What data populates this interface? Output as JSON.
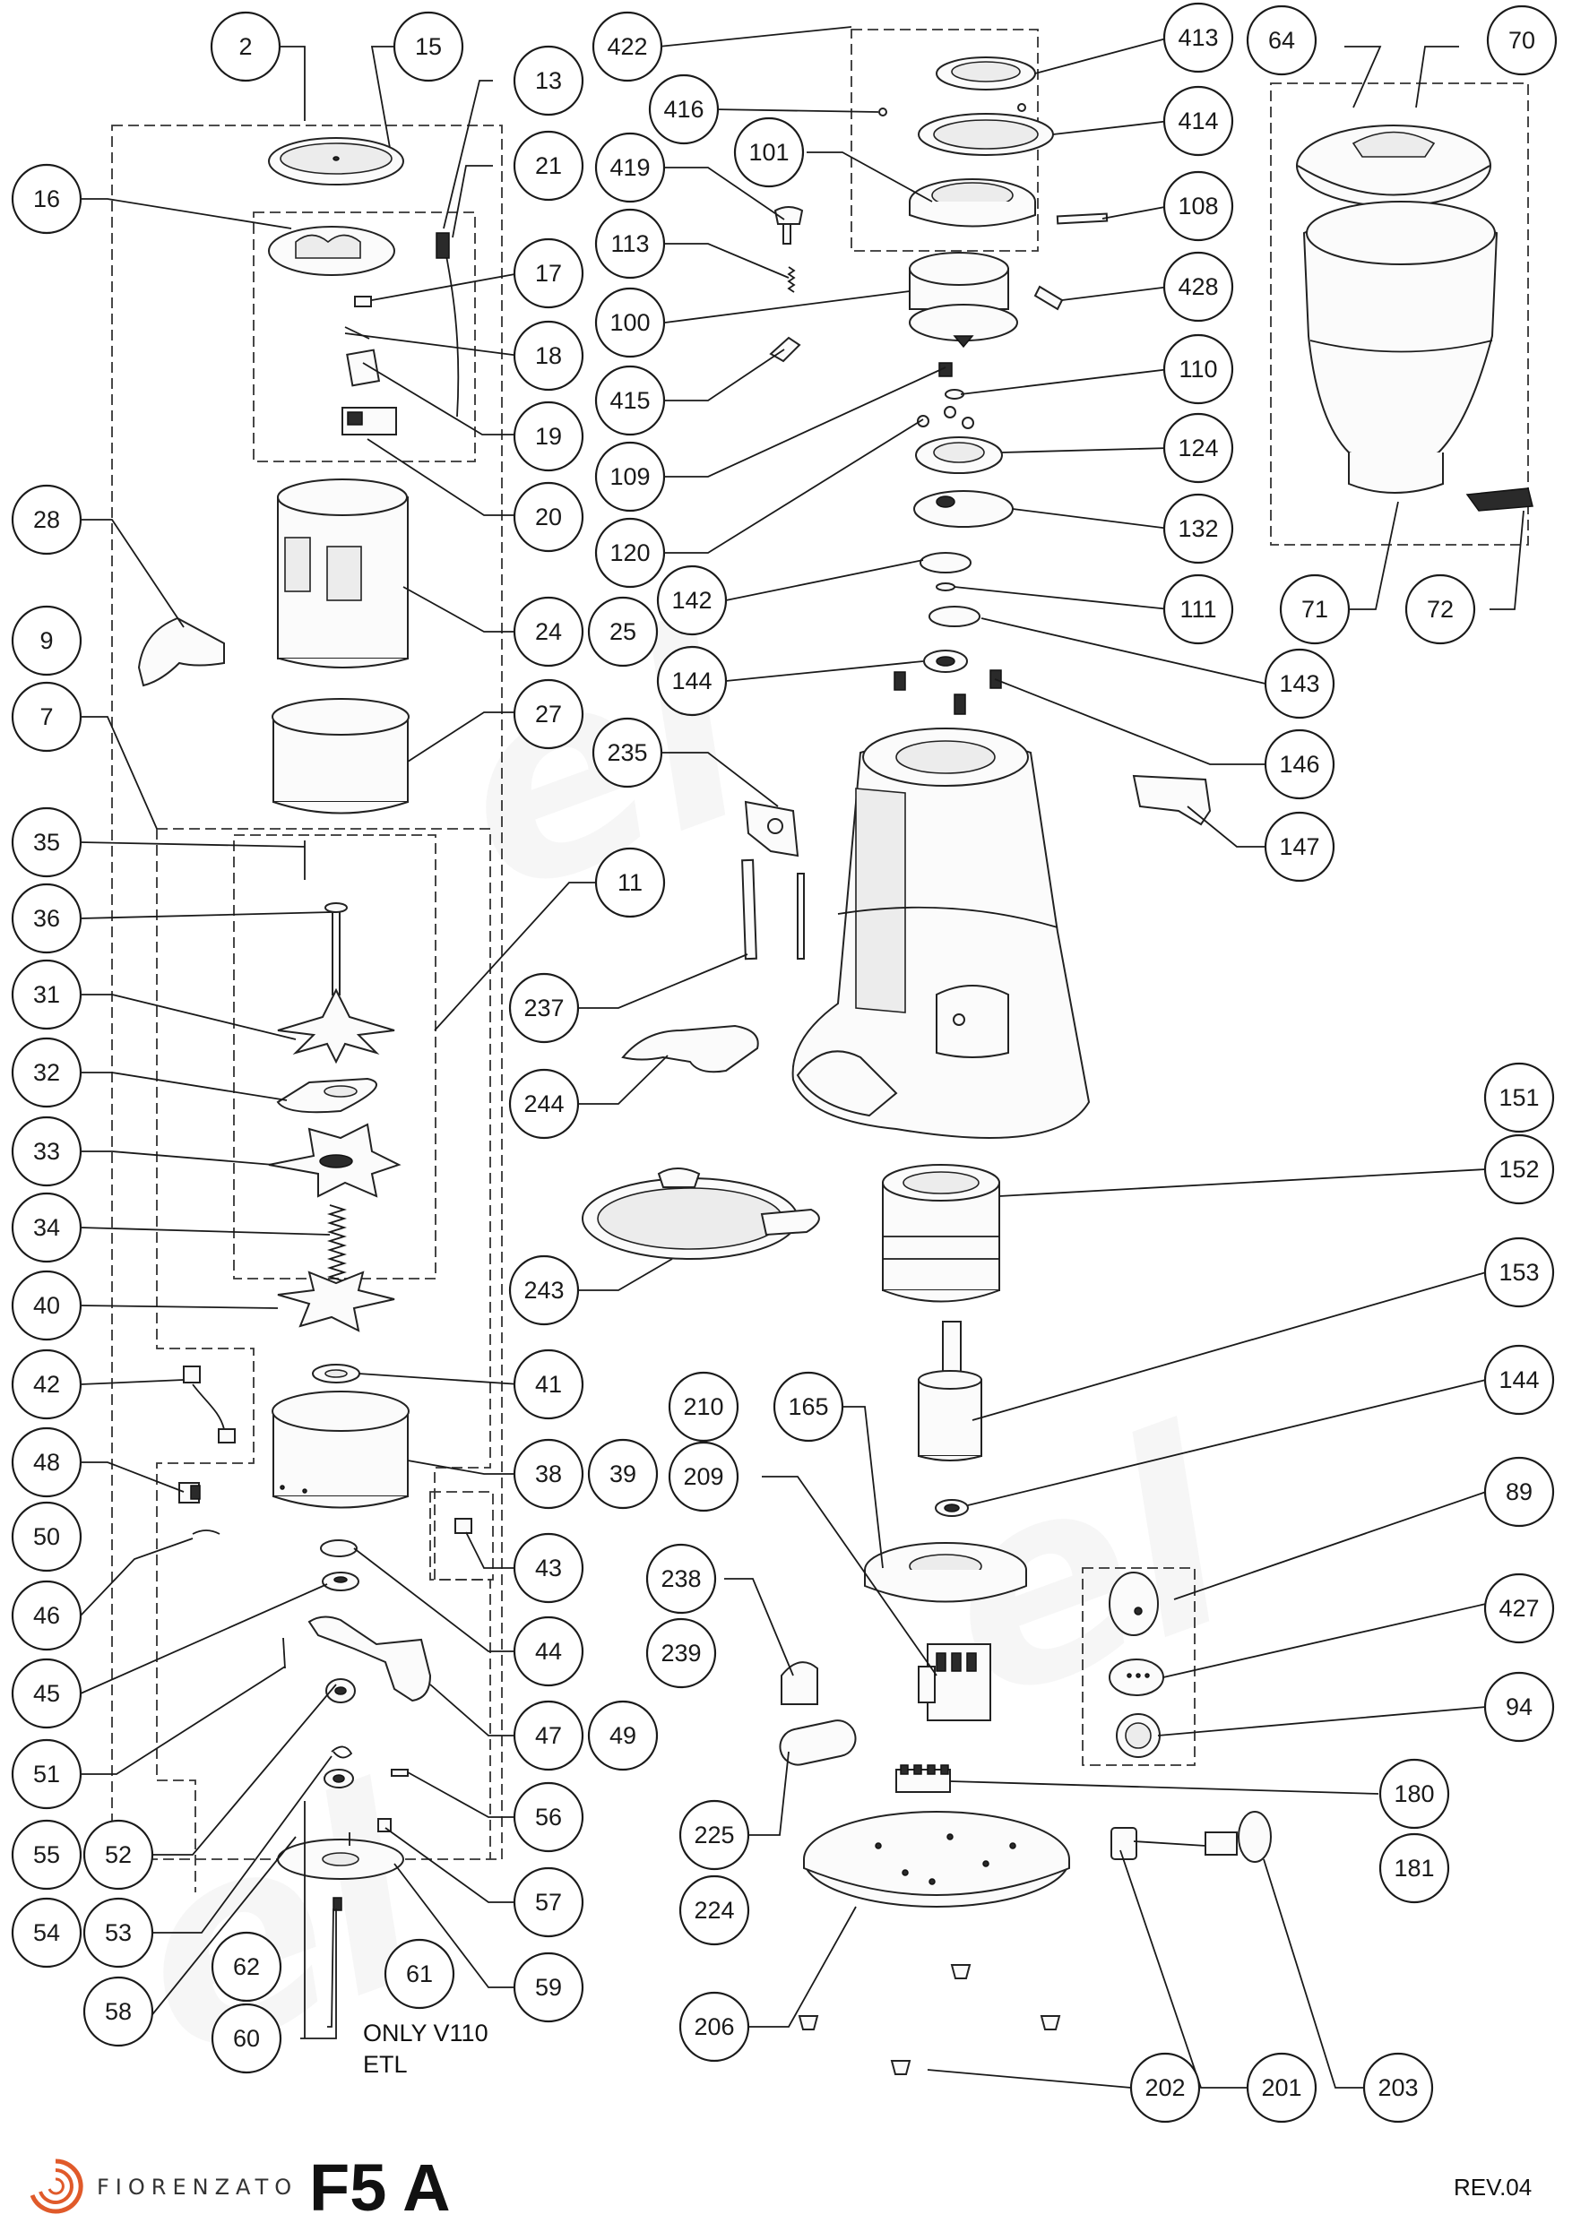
{
  "brand": "FIORENZATO",
  "model": "F5 A",
  "revision": "REV.04",
  "note_line1": "ONLY V110",
  "note_line2": "ETL",
  "watermark": "el",
  "part_numbers": [
    "2",
    "15",
    "13",
    "16",
    "21",
    "17",
    "18",
    "19",
    "20",
    "28",
    "24",
    "25",
    "9",
    "7",
    "27",
    "35",
    "36",
    "31",
    "32",
    "33",
    "34",
    "11",
    "40",
    "42",
    "41",
    "38",
    "39",
    "48",
    "50",
    "43",
    "46",
    "44",
    "45",
    "47",
    "49",
    "51",
    "55",
    "52",
    "56",
    "54",
    "53",
    "57",
    "62",
    "61",
    "58",
    "60",
    "59",
    "422",
    "413",
    "416",
    "414",
    "419",
    "101",
    "108",
    "113",
    "100",
    "428",
    "415",
    "110",
    "109",
    "124",
    "120",
    "132",
    "142",
    "111",
    "144",
    "143",
    "146",
    "235",
    "147",
    "237",
    "244",
    "243",
    "64",
    "70",
    "71",
    "72",
    "151",
    "152",
    "153",
    "144",
    "165",
    "210",
    "209",
    "89",
    "238",
    "427",
    "239",
    "94",
    "180",
    "225",
    "181",
    "224",
    "206",
    "202",
    "201",
    "203"
  ]
}
